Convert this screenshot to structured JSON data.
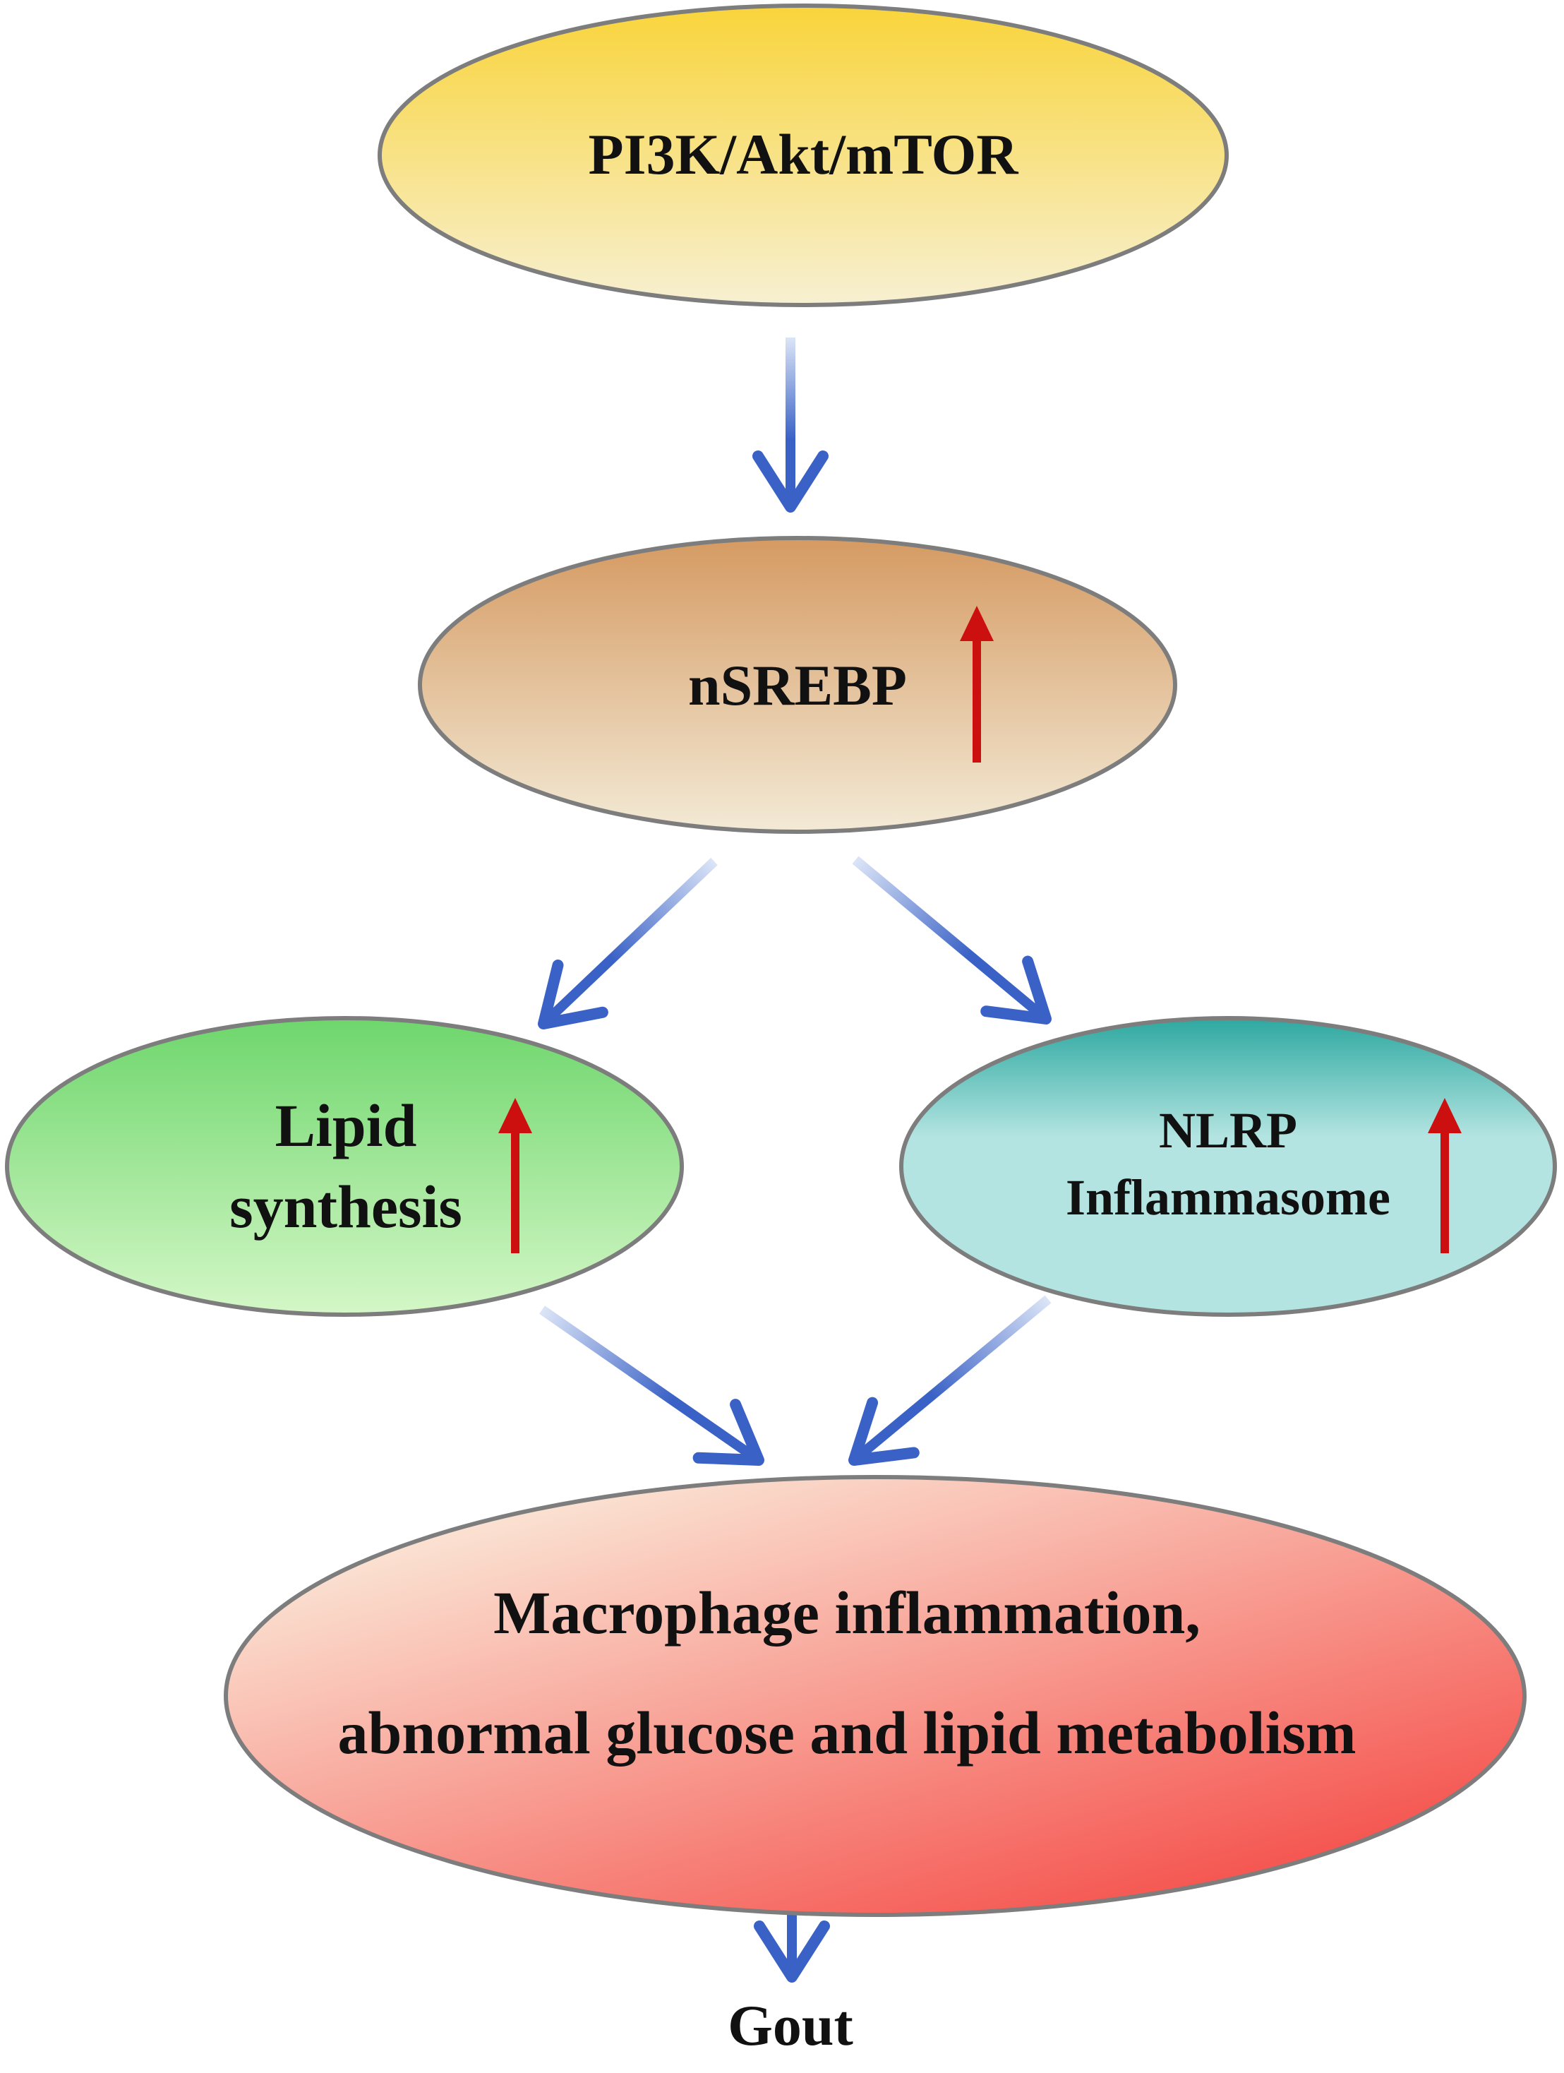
{
  "nodes": {
    "pi3k": {
      "label": "PI3K/Akt/mTOR",
      "colors": [
        "#f9d43a",
        "#f7f0d2"
      ],
      "up_arrow": false
    },
    "nsrebp": {
      "label": "nSREBP",
      "colors": [
        "#d59a62",
        "#f3ead6"
      ],
      "up_arrow": true
    },
    "lipid": {
      "lines": [
        "Lipid",
        "synthesis"
      ],
      "colors": [
        "#6ed66c",
        "#d4f7c7"
      ],
      "up_arrow": true
    },
    "nlrp": {
      "lines": [
        "NLRP",
        "Inflammasome"
      ],
      "colors": [
        "#2da8a0",
        "#b3e4e1"
      ],
      "up_arrow": true
    },
    "macrophage": {
      "lines": [
        "Macrophage inflammation,",
        "abnormal glucose and lipid metabolism"
      ],
      "colors": [
        "#fbe6d6",
        "#f4433f"
      ],
      "up_arrow": false
    }
  },
  "outcome": {
    "label": "Gout"
  },
  "edges": [
    {
      "from": "pi3k",
      "to": "nsrebp"
    },
    {
      "from": "nsrebp",
      "to": "lipid"
    },
    {
      "from": "nsrebp",
      "to": "nlrp"
    },
    {
      "from": "lipid",
      "to": "macrophage"
    },
    {
      "from": "nlrp",
      "to": "macrophage"
    },
    {
      "from": "macrophage",
      "to": "gout"
    }
  ],
  "style": {
    "flow_arrow_color": "#3a62c6",
    "up_arrow_color": "#cc1010",
    "outline_color": "#7d7d7d"
  }
}
